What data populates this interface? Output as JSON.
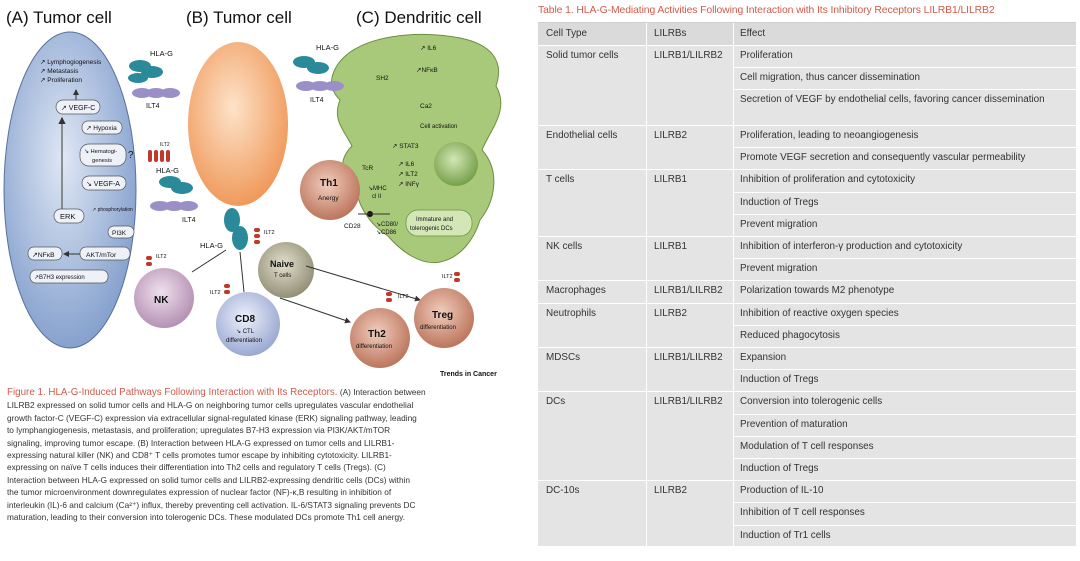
{
  "figure": {
    "panel_a": "(A) Tumor cell",
    "panel_b": "(B) Tumor cell",
    "panel_c": "(C) Dendritic cell",
    "labels": {
      "hla_g": "HLA-G",
      "ilt4": "ILT4",
      "ilt2": "ILT2",
      "question": "?",
      "lymphogenesis": "↗ Lymphogiogenesis",
      "metastasis": "↗ Metastasis",
      "proliferation": "↗ Proliferation",
      "vegfc": "↗ VEGF-C",
      "hypoxia": "↗ Hypoxia",
      "hematogenesis_1": "↘ Hematogi-",
      "hematogenesis_2": "genesis",
      "vegfa": "↘ VEGF-A",
      "erk": "ERK",
      "phosphorylation": "↗ phosphorylation",
      "pi3k": "PI3K",
      "akt": "AKT/mTor",
      "nfkb_a": "↗NFκB",
      "b7h3": "↗B7H3 expression",
      "il6": "↗ IL6",
      "nfkb_c": "↗NFκB",
      "sh2": "SH2",
      "ca2": "Ca2",
      "cell_activation": "Cell activation",
      "stat3": "↗ STAT3",
      "il6b": "↗ IL6",
      "ilt2b": "↗ ILT2",
      "infg": "↗ INFγ",
      "immature_1": "Immature and",
      "immature_2": "tolerogenic DCs",
      "th1": "Th1",
      "anergy": "Anergy",
      "tcr": "TcR",
      "mhc_1": "↘MHC",
      "mhc_2": "cl II",
      "cd28": "CD28",
      "cd80": "↘CD80/",
      "cd86": "↘CD86",
      "naive": "Naive",
      "t_cells": "T cells",
      "nk": "NK",
      "cd8": "CD8",
      "ctl_1": "↘ CTL",
      "ctl_2": "differentiation",
      "th2": "Th2",
      "th2_diff": "differentiation",
      "treg": "Treg",
      "treg_diff": "differentiation",
      "trends": "Trends in Cancer"
    },
    "colors": {
      "tumor_a": "#8fa8d0",
      "tumor_b": "#f3a66f",
      "dendritic": "#a9c97a",
      "receptor": "#2a8a9a",
      "ilt4": "#9b8fc8",
      "ilt2": "#c0392b",
      "th_cell": "#c9826b",
      "naive_cell": "#a09c84",
      "nk_cell": "#c4a6c0",
      "cd8_cell": "#aab6d8"
    }
  },
  "caption": {
    "title": "Figure 1. HLA-G-Induced Pathways Following Interaction with Its Receptors.",
    "lines": [
      "LILRB2 expressed on solid tumor cells and HLA-G on neighboring tumor cells upregulates vascular endothelial",
      "growth factor-C (VEGF-C) expression via extracellular signal-regulated kinase (ERK) signaling pathway, leading",
      "to lymphangiogenesis, metastasis, and proliferation; upregulates B7-H3 expression via PI3K/AKT/mTOR",
      "signaling, improving tumor escape. (B) Interaction between HLA-G expressed on tumor cells and LILRB1-",
      "expressing natural killer (NK) and CD8⁺ T cells promotes tumor escape by inhibiting cytotoxicity. LILRB1-",
      "expressing on naïve T cells induces their differentiation into Th2 cells and regulatory T cells (Tregs). (C)",
      "Interaction between HLA-G expressed on solid tumor cells and LILRB2-expressing dendritic cells (DCs) within",
      "the tumor microenvironment downregulates expression of nuclear factor (NF)-κ,B resulting in inhibition of",
      "interleukin (IL)-6 and calcium (Ca²⁺) influx, thereby preventing cell activation. IL-6/STAT3 signaling prevents DC",
      "maturation, leading to their conversion into tolerogenic DCs. These modulated DCs promote Th1 cell anergy."
    ],
    "first_line_tail": " (A) Interaction between"
  },
  "table": {
    "title": "Table 1. HLA-G-Mediating Activities Following Interaction with Its Inhibitory Receptors LILRB1/LILRB2",
    "headers": [
      "Cell Type",
      "LILRBs",
      "Effect"
    ],
    "groups": [
      {
        "cell_type": "Solid tumor cells",
        "lilrbs": "LILRB1/LILRB2",
        "effects": [
          "Proliferation",
          "Cell migration, thus cancer dissemination",
          "Secretion of VEGF by endothelial cells, favoring cancer dissemination"
        ]
      },
      {
        "cell_type": "Endothelial cells",
        "lilrbs": "LILRB2",
        "effects": [
          "Proliferation, leading to neoangiogenesis",
          "Promote VEGF secretion and consequently vascular permeability"
        ]
      },
      {
        "cell_type": "T cells",
        "lilrbs": "LILRB1",
        "effects": [
          "Inhibition of proliferation and cytotoxicity",
          "Induction of Tregs",
          "Prevent migration"
        ]
      },
      {
        "cell_type": "NK cells",
        "lilrbs": "LILRB1",
        "effects": [
          "Inhibition of interferon-γ production and cytotoxicity",
          "Prevent migration"
        ]
      },
      {
        "cell_type": "Macrophages",
        "lilrbs": "LILRB1/LILRB2",
        "effects": [
          "Polarization towards M2 phenotype"
        ]
      },
      {
        "cell_type": "Neutrophils",
        "lilrbs": "LILRB2",
        "effects": [
          "Inhibition of reactive oxygen species",
          "Reduced phagocytosis"
        ]
      },
      {
        "cell_type": "MDSCs",
        "lilrbs": "LILRB1/LILRB2",
        "effects": [
          "Expansion",
          "Induction of Tregs"
        ]
      },
      {
        "cell_type": "DCs",
        "lilrbs": "LILRB1/LILRB2",
        "effects": [
          "Conversion into tolerogenic cells",
          "Prevention of maturation",
          "Modulation of T cell responses",
          "Induction of Tregs"
        ]
      },
      {
        "cell_type": "DC-10s",
        "lilrbs": "LILRB2",
        "effects": [
          "Production of IL-10",
          "Inhibition of T cell responses",
          "Induction of Tr1 cells"
        ]
      }
    ]
  }
}
